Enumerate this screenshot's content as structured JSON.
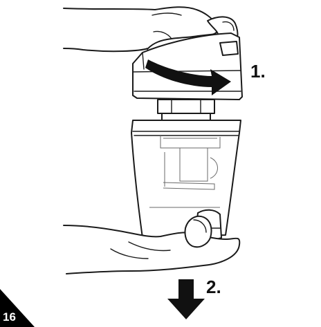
{
  "figure_number": "16",
  "steps": [
    {
      "label": "1."
    },
    {
      "label": "2."
    }
  ],
  "colors": {
    "ink": "#111111",
    "badge": "#000000",
    "background": "#ffffff"
  },
  "icons": {
    "rotate": "curved-arrow-right-icon",
    "detach": "arrow-down-icon"
  }
}
